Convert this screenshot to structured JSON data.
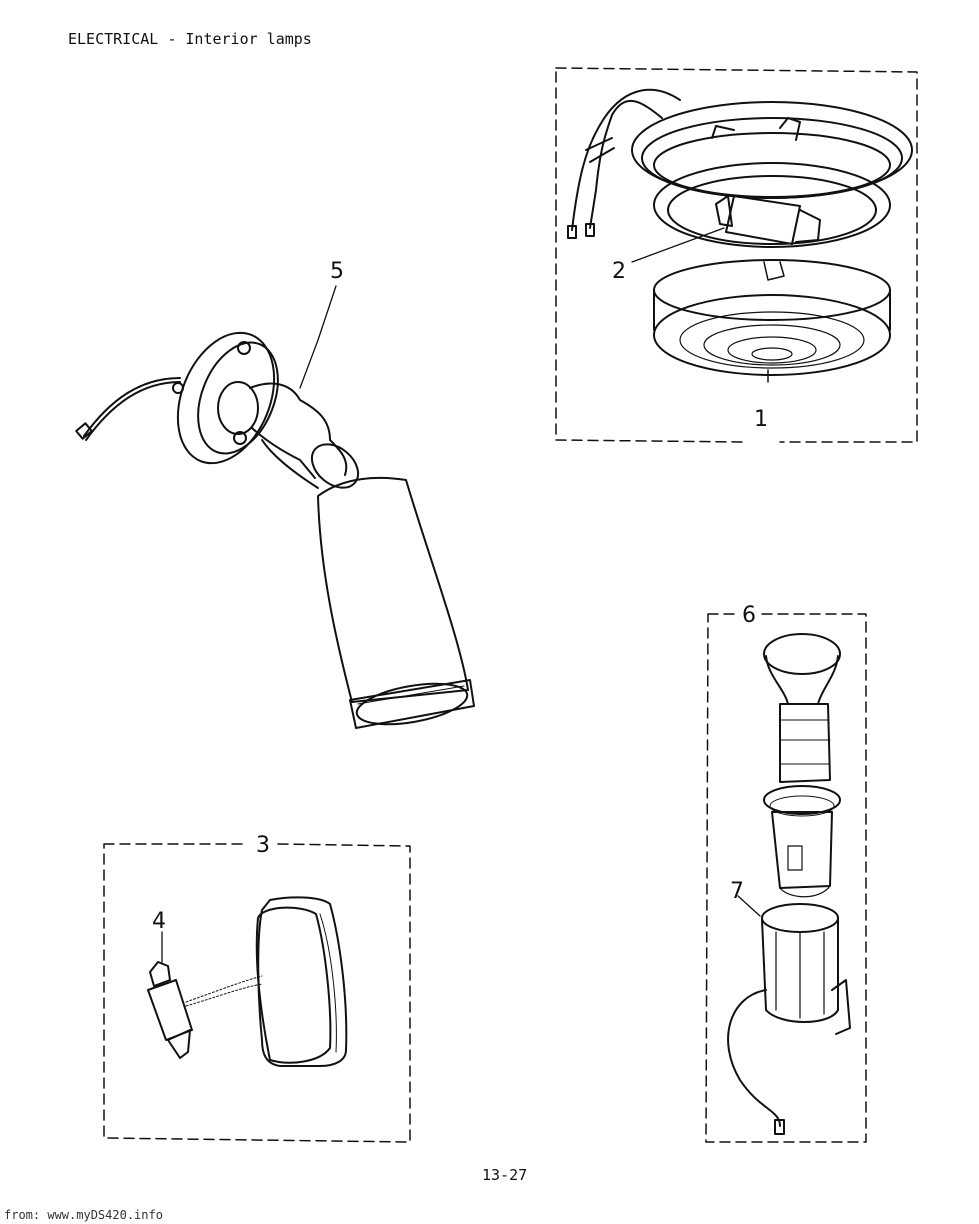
{
  "header": {
    "title": "ELECTRICAL - Interior lamps"
  },
  "callouts": {
    "c1": "1",
    "c2": "2",
    "c3": "3",
    "c4": "4",
    "c5": "5",
    "c6": "6",
    "c7": "7"
  },
  "footer": {
    "page_number": "13-27",
    "source": "from: www.myDS420.info"
  }
}
